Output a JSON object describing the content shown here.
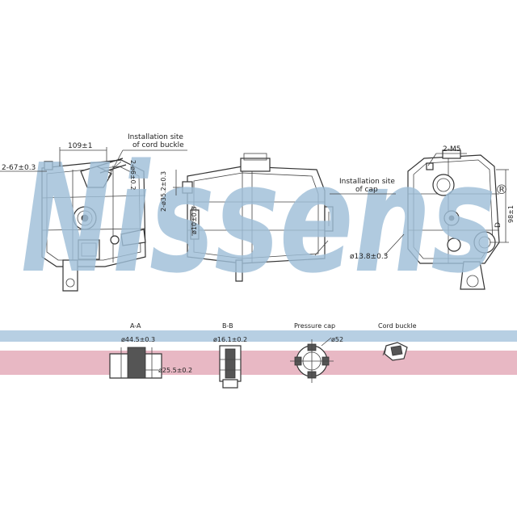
{
  "watermark": {
    "text": "Nissens",
    "registered": "®",
    "color": "#9fbfd8"
  },
  "bands": {
    "top_color": "#b7cfe3",
    "bottom_color": "#e8b8c4"
  },
  "labels": {
    "dim_109": "109±1",
    "install_buckle_1": "Installation site",
    "install_buckle_2": "of cord buckle",
    "dim_2_67": "2-67±0.3",
    "dim_2_6": "2-ø6±0.2",
    "dim_2_35": "2-ø35.2±0.3",
    "dim_10": "ø10±0.3",
    "install_cap_1": "Installation site",
    "install_cap_2": "of cap",
    "dim_13_8": "ø13.8±0.3",
    "dim_2_m5": "2-M5",
    "dim_d": "D",
    "dim_98": "98±1"
  },
  "views": {
    "aa": {
      "title": "A-A",
      "dim_top": "ø44.5±0.3",
      "dim_bottom": "ø25.5±0.2"
    },
    "bb": {
      "title": "B-B",
      "dim": "ø16.1±0.2"
    },
    "cap": {
      "title": "Pressure cap",
      "dim": "ø52"
    },
    "buckle": {
      "title": "Cord buckle"
    }
  }
}
